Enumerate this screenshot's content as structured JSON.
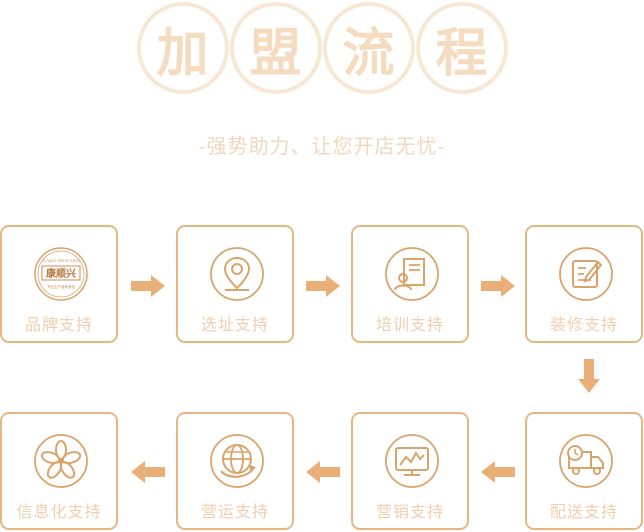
{
  "header": {
    "title_chars": [
      "加",
      "盟",
      "流",
      "程"
    ],
    "subtitle": "-强势助力、让您开店无忧-"
  },
  "steps": [
    {
      "label": "品牌支持",
      "icon": "brand-logo-icon",
      "logo_text": "康顺兴",
      "logo_top": "GUANG SHUN XING",
      "logo_bottom": "专业生产各种食品"
    },
    {
      "label": "选址支持",
      "icon": "location-pin-icon"
    },
    {
      "label": "培训支持",
      "icon": "training-document-icon"
    },
    {
      "label": "装修支持",
      "icon": "edit-document-icon"
    },
    {
      "label": "配送支持",
      "icon": "delivery-truck-icon"
    },
    {
      "label": "营销支持",
      "icon": "marketing-chart-icon"
    },
    {
      "label": "营运支持",
      "icon": "globe-operation-icon"
    },
    {
      "label": "信息化支持",
      "icon": "flower-network-icon"
    }
  ],
  "colors": {
    "accent": "#e7b782",
    "arrow": "#eaaf76",
    "label": "#f0cfae",
    "title": "#f5dcc0"
  }
}
